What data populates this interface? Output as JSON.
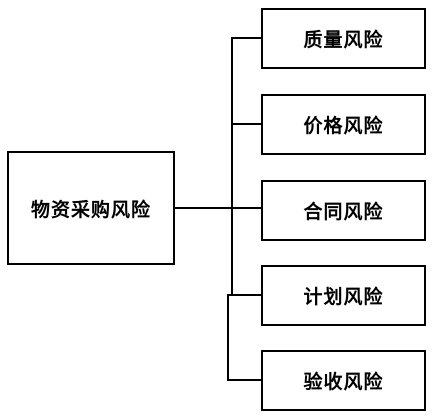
{
  "diagram": {
    "root": {
      "label": "物资采购风险"
    },
    "children": [
      {
        "label": "质量风险"
      },
      {
        "label": "价格风险"
      },
      {
        "label": "合同风险"
      },
      {
        "label": "计划风险"
      },
      {
        "label": "验收风险"
      }
    ]
  },
  "colors": {
    "border": "#000000",
    "background": "#ffffff",
    "text": "#000000"
  }
}
